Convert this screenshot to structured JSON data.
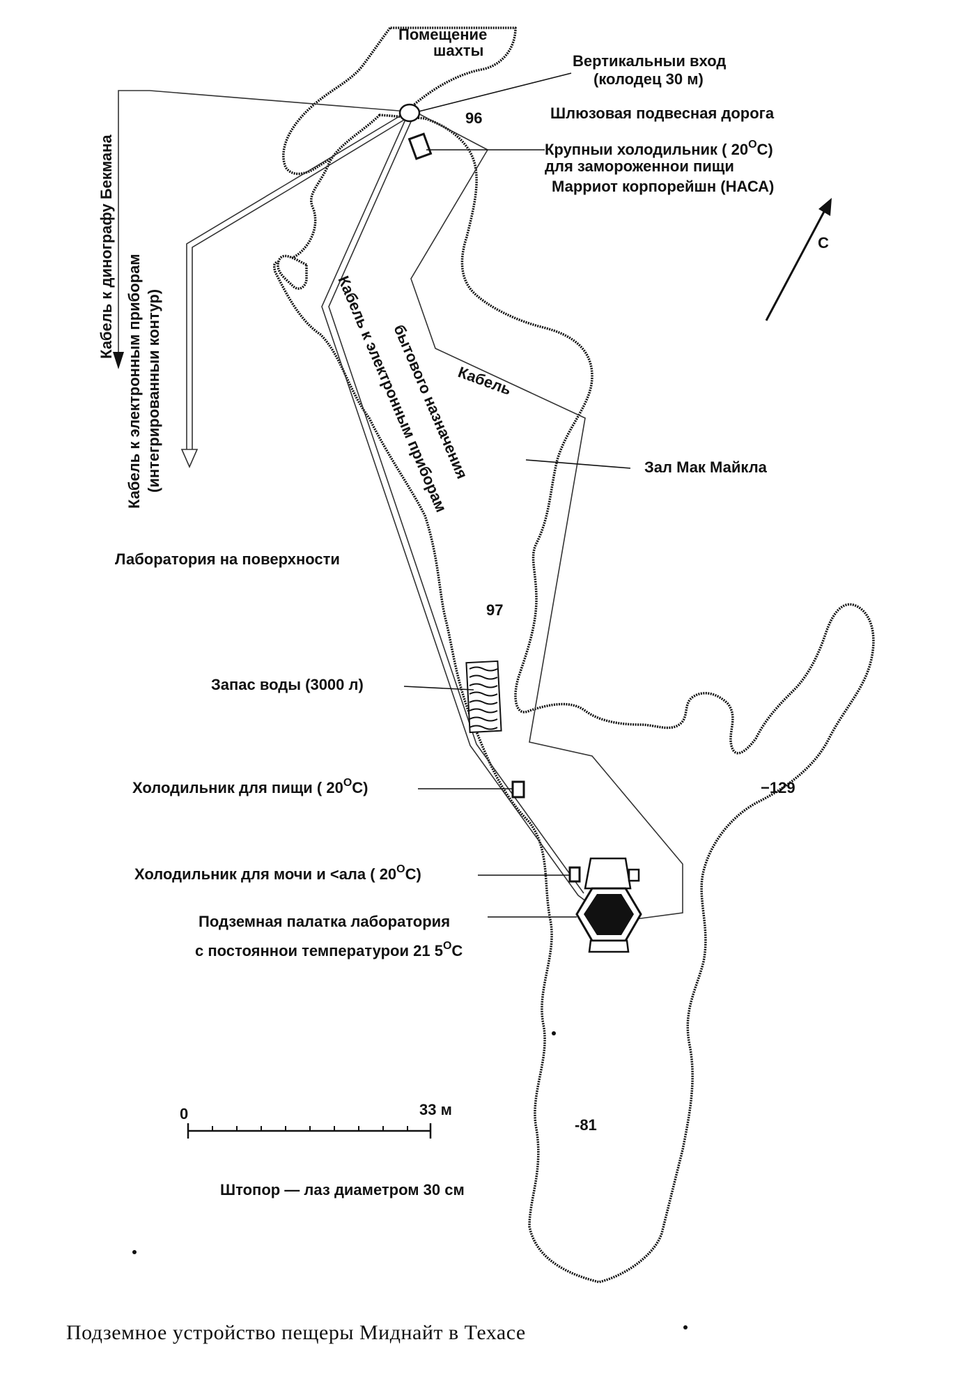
{
  "map": {
    "labels": {
      "shaft_room": [
        "Помещение",
        "шахты"
      ],
      "vertical_entrance": [
        "Вертикальныи вход",
        "(колодец 30 м)"
      ],
      "tramway": "Шлюзовая подвесная дорога",
      "large_fridge": [
        "Крупныи холодильник  ( 20",
        "для замороженнои пищи",
        "Марриот корпорейшн    (НАСА)"
      ],
      "large_fridge_unit": "C)",
      "north": "С",
      "cable_beckman": "Кабель к динографу Бекмана",
      "cable_electronic": [
        "Кабель к электронным приборам",
        "(интегрированныи контур)"
      ],
      "cable_household": [
        "Кабель к электронным приборам",
        "бытового назначения"
      ],
      "cable": "Кабель",
      "mcmichael_hall": "Зал Мак Майкла",
      "surface_lab": "Лаборатория на поверхности",
      "water_supply": "Запас воды  (3000 л)",
      "food_fridge": "Холодильник для пищи  ( 20",
      "food_fridge_unit": "C)",
      "urine_fridge": "Холодильник для мочи и <ала  ( 20",
      "urine_fridge_unit": "C)",
      "tent": [
        "Подземная палатка лаборатория",
        "с постояннои температурои 21 5"
      ],
      "tent_unit": "C",
      "degree": "O",
      "corkscrew": "Штопор   — лаз диаметром 30 см"
    },
    "depths": {
      "d96": "96",
      "d97": "97",
      "d129": "−129",
      "d81": "-81"
    },
    "scale": {
      "zero": "0",
      "max": "33 м"
    }
  },
  "caption": "Подземное устройство пещеры Миднайт в Техасе"
}
